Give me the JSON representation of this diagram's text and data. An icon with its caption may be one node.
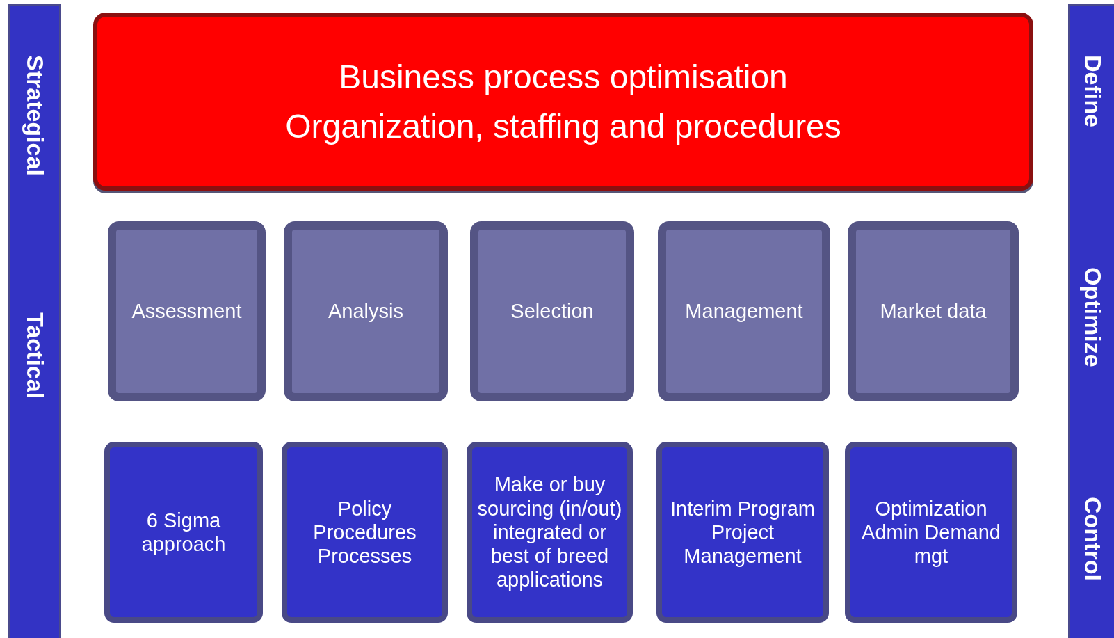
{
  "diagram": {
    "nodes": [
      {
        "text": [
          "Strategical",
          "Tactical"
        ]
      },
      {
        "text": [
          "Business process optimisation",
          "Organization, staffing and procedures"
        ]
      },
      {
        "text": [
          "Assessment"
        ]
      },
      {
        "text": [
          "Analysis"
        ]
      },
      {
        "text": [
          "Selection"
        ]
      },
      {
        "text": [
          "Management"
        ]
      },
      {
        "text": [
          "Market data"
        ]
      },
      {
        "text": [
          "6 Sigma approach"
        ]
      },
      {
        "text": [
          "Policy Procedures Processes"
        ]
      },
      {
        "text": [
          "Make or buy sourcing (in/out) integrated or best of breed applications"
        ]
      },
      {
        "text": [
          "Interim Program Project Management"
        ]
      },
      {
        "text": [
          "Optimization Admin Demand mgt"
        ]
      },
      {
        "text": [
          "Define",
          "Optimize",
          "Control"
        ]
      }
    ],
    "edges": []
  }
}
